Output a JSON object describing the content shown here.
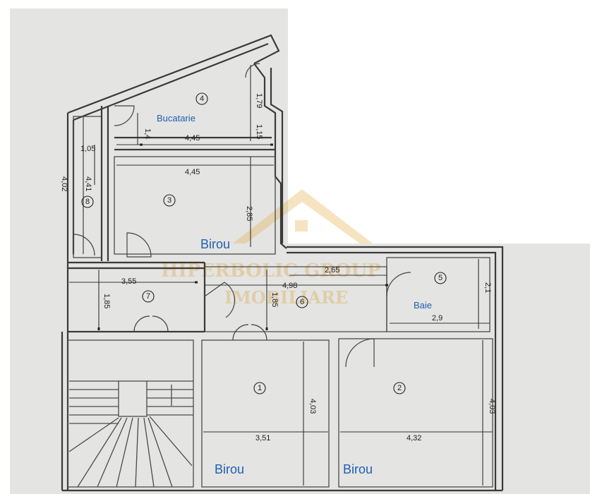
{
  "rooms": {
    "r1": {
      "number": "1",
      "label": "Birou"
    },
    "r2": {
      "number": "2",
      "label": "Birou"
    },
    "r3": {
      "number": "3",
      "label": "Birou"
    },
    "r4": {
      "number": "4",
      "label": "Bucatarie"
    },
    "r5": {
      "number": "5",
      "label": "Baie"
    },
    "r6": {
      "number": "6"
    },
    "r7": {
      "number": "7"
    },
    "r8": {
      "number": "8"
    }
  },
  "dimensions": {
    "d445_top": "4,45",
    "d445_mid": "4,45",
    "d179": "1,79",
    "d115": "1,15",
    "d14": "1,4",
    "d105": "1,05",
    "d402": "4,02",
    "d441": "4,41",
    "d285": "2,85",
    "d355": "3,55",
    "d265": "2,65",
    "d498": "4,98",
    "d185_left": "1,85",
    "d185_mid": "1,85",
    "d21": "2,1",
    "d29": "2,9",
    "d351": "3,51",
    "d403_left": "4,03",
    "d432": "4,32",
    "d403_right": "4,03"
  },
  "watermark": {
    "line1": "HIPERBOLIC GROUP",
    "line2": "IMOBILIARE"
  }
}
